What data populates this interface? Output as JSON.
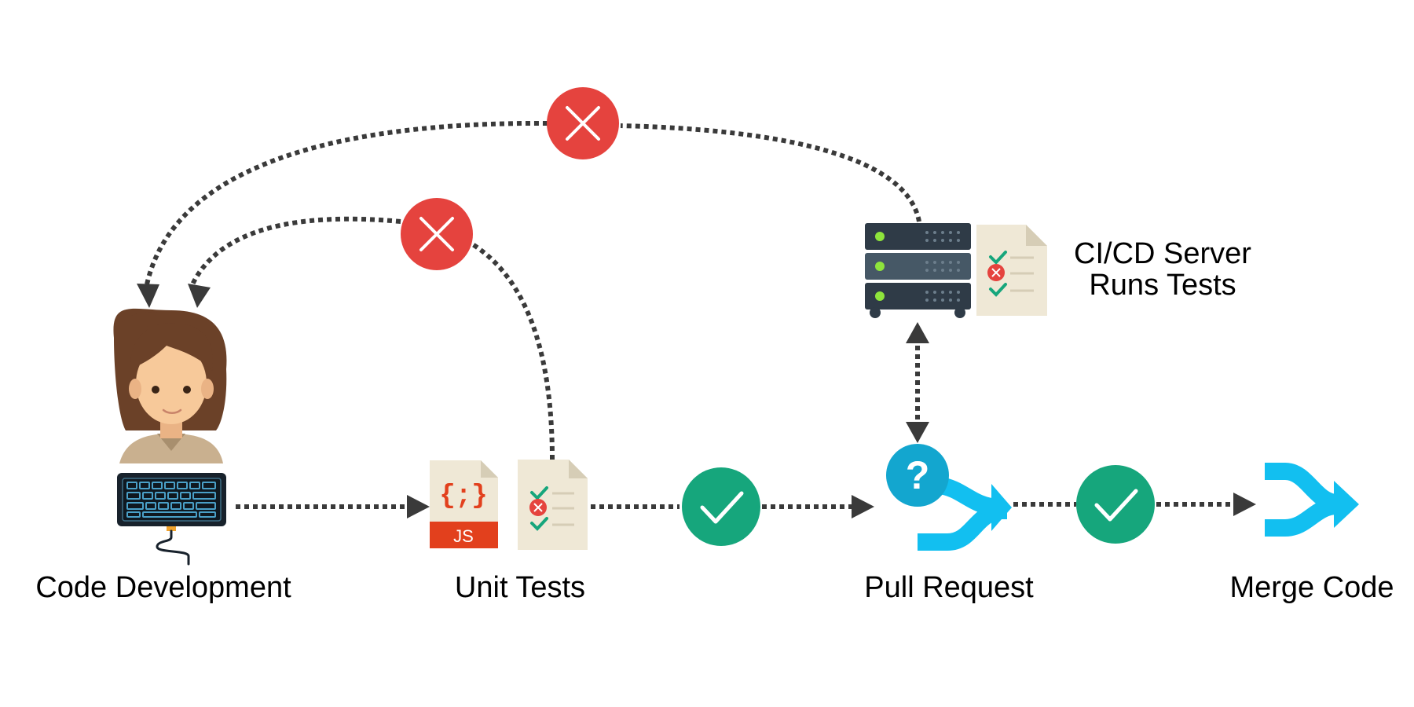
{
  "labels": {
    "code_development": "Code Development",
    "unit_tests": "Unit Tests",
    "pull_request": "Pull Request",
    "merge_code": "Merge Code",
    "ci_server_line1": "CI/CD Server",
    "ci_server_line2": "Runs Tests"
  },
  "icons": {
    "js_file_braces": "{;}",
    "js_file_tag": "JS",
    "pull_request_badge": "?"
  },
  "colors": {
    "fail": "#e5433e",
    "pass": "#16a67c",
    "merge": "#12bff0",
    "question_badge": "#13a6cf",
    "arrow": "#3a3a3a",
    "server_dark": "#2f3b47",
    "server_mid": "#465866",
    "server_led": "#8ee43c",
    "document": "#efe8d6",
    "document_fold": "#d6cdb6",
    "js_red": "#e2401d",
    "hair": "#6b4128",
    "skin": "#f7c99a",
    "shirt": "#c9b08f"
  }
}
